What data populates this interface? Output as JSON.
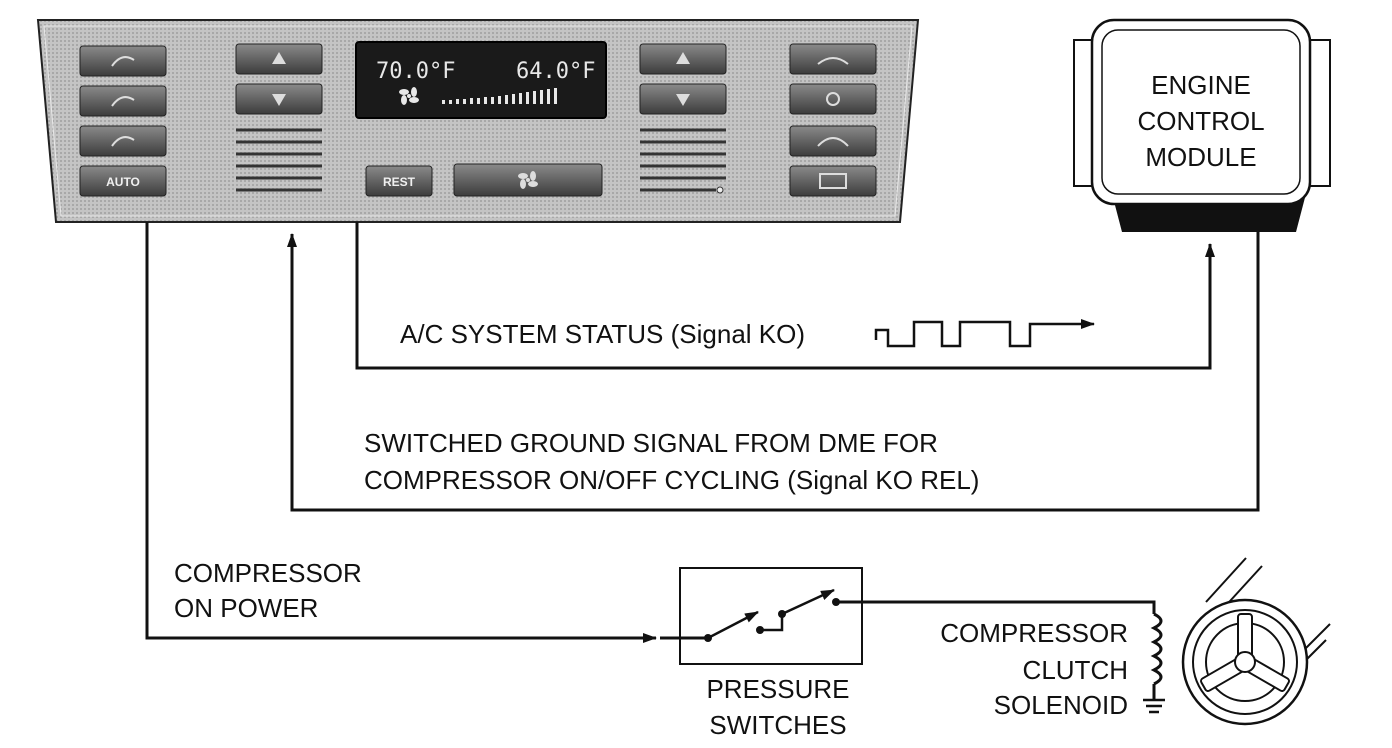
{
  "panel": {
    "display": {
      "temp_left": "70.0°F",
      "temp_right": "64.0°F"
    },
    "buttons": {
      "auto": "AUTO",
      "rest": "REST"
    }
  },
  "ecm": {
    "line1": "ENGINE",
    "line2": "CONTROL",
    "line3": "MODULE"
  },
  "signals": {
    "ac_status": "A/C SYSTEM STATUS (Signal KO)",
    "ground_line1": "SWITCHED GROUND SIGNAL FROM DME FOR",
    "ground_line2": "COMPRESSOR ON/OFF CYCLING (Signal KO REL)",
    "comp_power_line1": "COMPRESSOR",
    "comp_power_line2": "ON POWER"
  },
  "pressure_switches": {
    "line1": "PRESSURE",
    "line2": "SWITCHES"
  },
  "clutch": {
    "line1": "COMPRESSOR",
    "line2": "CLUTCH",
    "line3": "SOLENOID"
  },
  "colors": {
    "line": "#111111",
    "panel": "#b9b9b9",
    "button": "#555555",
    "lcd_bg": "#1a1a1a"
  }
}
